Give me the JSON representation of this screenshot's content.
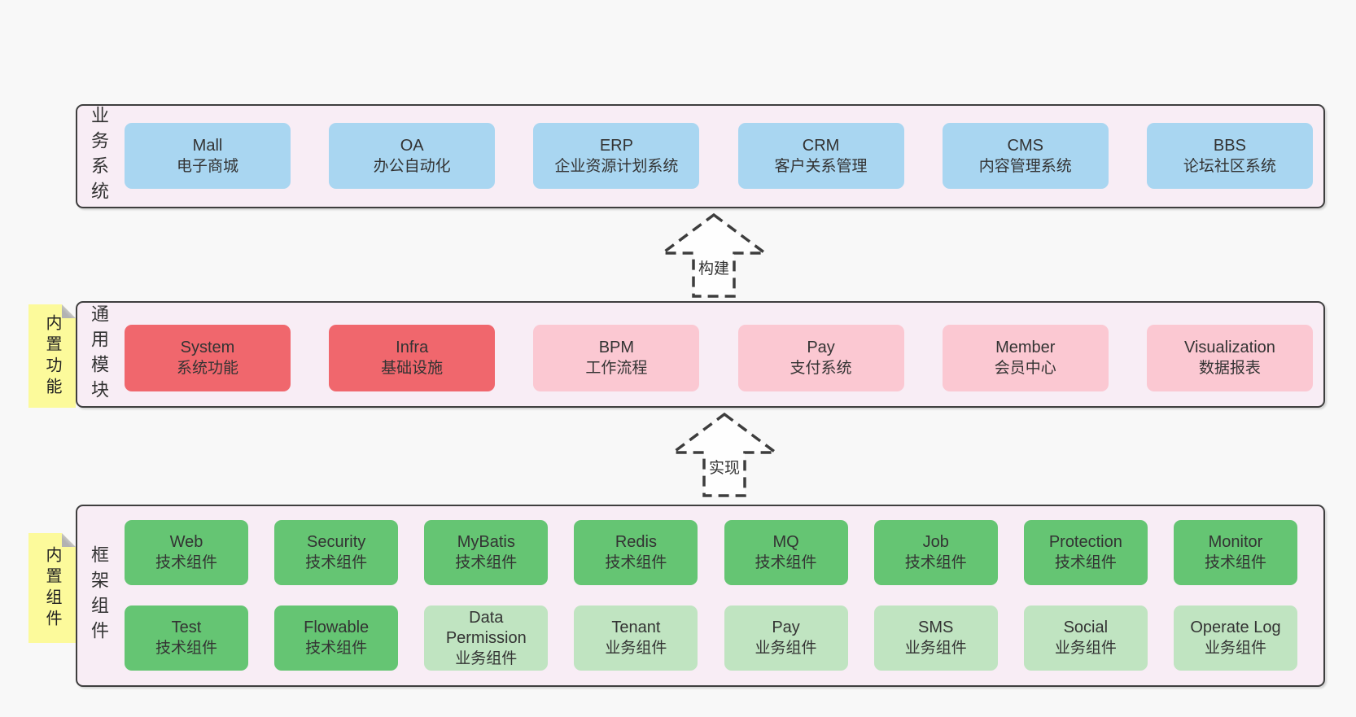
{
  "colors": {
    "page_background": "#f8f8f8",
    "layer_background": "#f8edf5",
    "layer_border": "#3e3e3e",
    "node_blue": "#a9d6f1",
    "node_red": "#f0676d",
    "node_pink": "#fbc8d2",
    "node_green": "#65c573",
    "node_light_green": "#c0e4c1",
    "sticky_yellow": "#fcfa9b",
    "text": "#333333"
  },
  "arrows": [
    {
      "label": "构建"
    },
    {
      "label": "实现"
    }
  ],
  "layers": [
    {
      "label": "业务系统",
      "boxes": [
        {
          "en": "Mall",
          "zh": "电子商城"
        },
        {
          "en": "OA",
          "zh": "办公自动化"
        },
        {
          "en": "ERP",
          "zh": "企业资源计划系统"
        },
        {
          "en": "CRM",
          "zh": "客户关系管理"
        },
        {
          "en": "CMS",
          "zh": "内容管理系统"
        },
        {
          "en": "BBS",
          "zh": "论坛社区系统"
        }
      ]
    },
    {
      "label": "通用模块",
      "sticky": "内置功能",
      "boxes": [
        {
          "en": "System",
          "zh": "系统功能"
        },
        {
          "en": "Infra",
          "zh": "基础设施"
        },
        {
          "en": "BPM",
          "zh": "工作流程"
        },
        {
          "en": "Pay",
          "zh": "支付系统"
        },
        {
          "en": "Member",
          "zh": "会员中心"
        },
        {
          "en": "Visualization",
          "zh": "数据报表"
        }
      ]
    },
    {
      "label": "框架组件",
      "sticky": "内置组件",
      "rows": [
        [
          {
            "en": "Web",
            "zh": "技术组件"
          },
          {
            "en": "Security",
            "zh": "技术组件"
          },
          {
            "en": "MyBatis",
            "zh": "技术组件"
          },
          {
            "en": "Redis",
            "zh": "技术组件"
          },
          {
            "en": "MQ",
            "zh": "技术组件"
          },
          {
            "en": "Job",
            "zh": "技术组件"
          },
          {
            "en": "Protection",
            "zh": "技术组件"
          },
          {
            "en": "Monitor",
            "zh": "技术组件"
          }
        ],
        [
          {
            "en": "Test",
            "zh": "技术组件"
          },
          {
            "en": "Flowable",
            "zh": "技术组件"
          },
          {
            "en": "Data Permission",
            "zh": "业务组件"
          },
          {
            "en": "Tenant",
            "zh": "业务组件"
          },
          {
            "en": "Pay",
            "zh": "业务组件"
          },
          {
            "en": "SMS",
            "zh": "业务组件"
          },
          {
            "en": "Social",
            "zh": "业务组件"
          },
          {
            "en": "Operate Log",
            "zh": "业务组件"
          }
        ]
      ]
    }
  ]
}
